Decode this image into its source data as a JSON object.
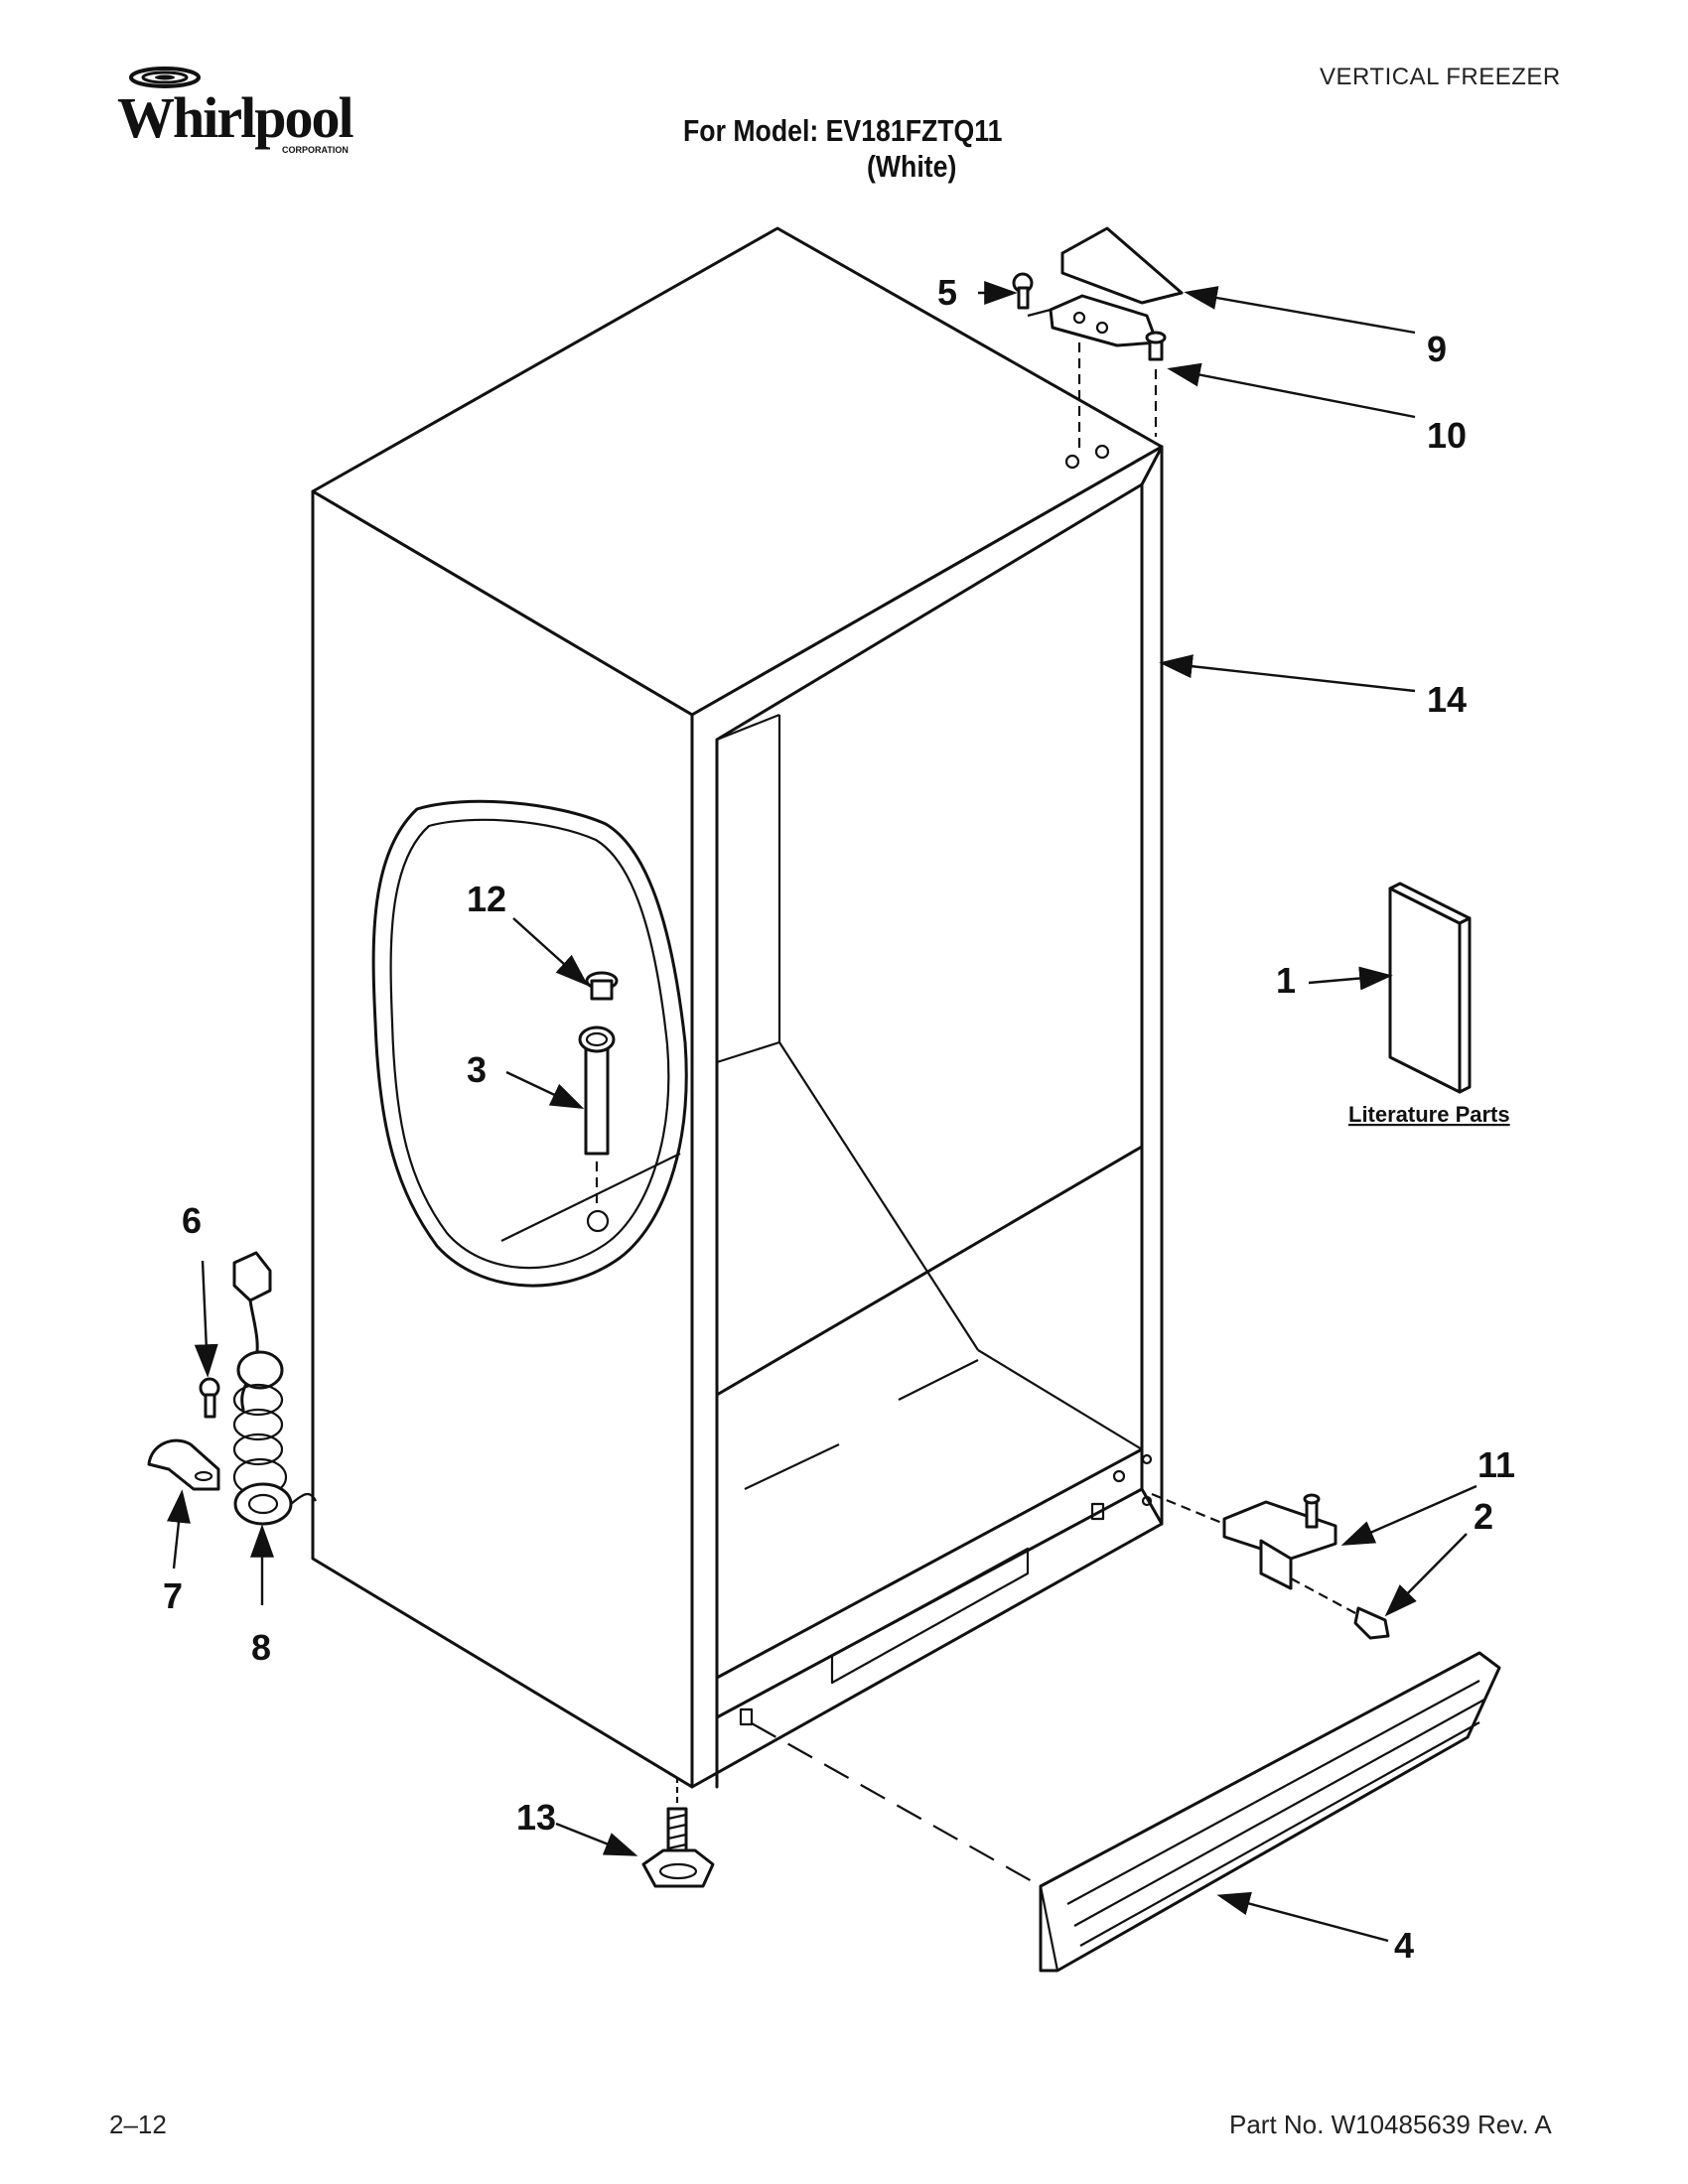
{
  "header": {
    "brand": "Whirlpool",
    "brand_sub": "CORPORATION",
    "category": "VERTICAL FREEZER",
    "model_line": "For Model: EV181FZTQ11",
    "variant_line": "(White)"
  },
  "diagram": {
    "callouts": [
      {
        "id": "1",
        "label": "1"
      },
      {
        "id": "2",
        "label": "2"
      },
      {
        "id": "3",
        "label": "3"
      },
      {
        "id": "4",
        "label": "4"
      },
      {
        "id": "5",
        "label": "5"
      },
      {
        "id": "6",
        "label": "6"
      },
      {
        "id": "7",
        "label": "7"
      },
      {
        "id": "8",
        "label": "8"
      },
      {
        "id": "9",
        "label": "9"
      },
      {
        "id": "10",
        "label": "10"
      },
      {
        "id": "11",
        "label": "11"
      },
      {
        "id": "12",
        "label": "12"
      },
      {
        "id": "13",
        "label": "13"
      },
      {
        "id": "14",
        "label": "14"
      }
    ],
    "literature_label": "Literature Parts"
  },
  "footer": {
    "page_number": "2–12",
    "part_number": "Part No. W10485639 Rev. A"
  }
}
